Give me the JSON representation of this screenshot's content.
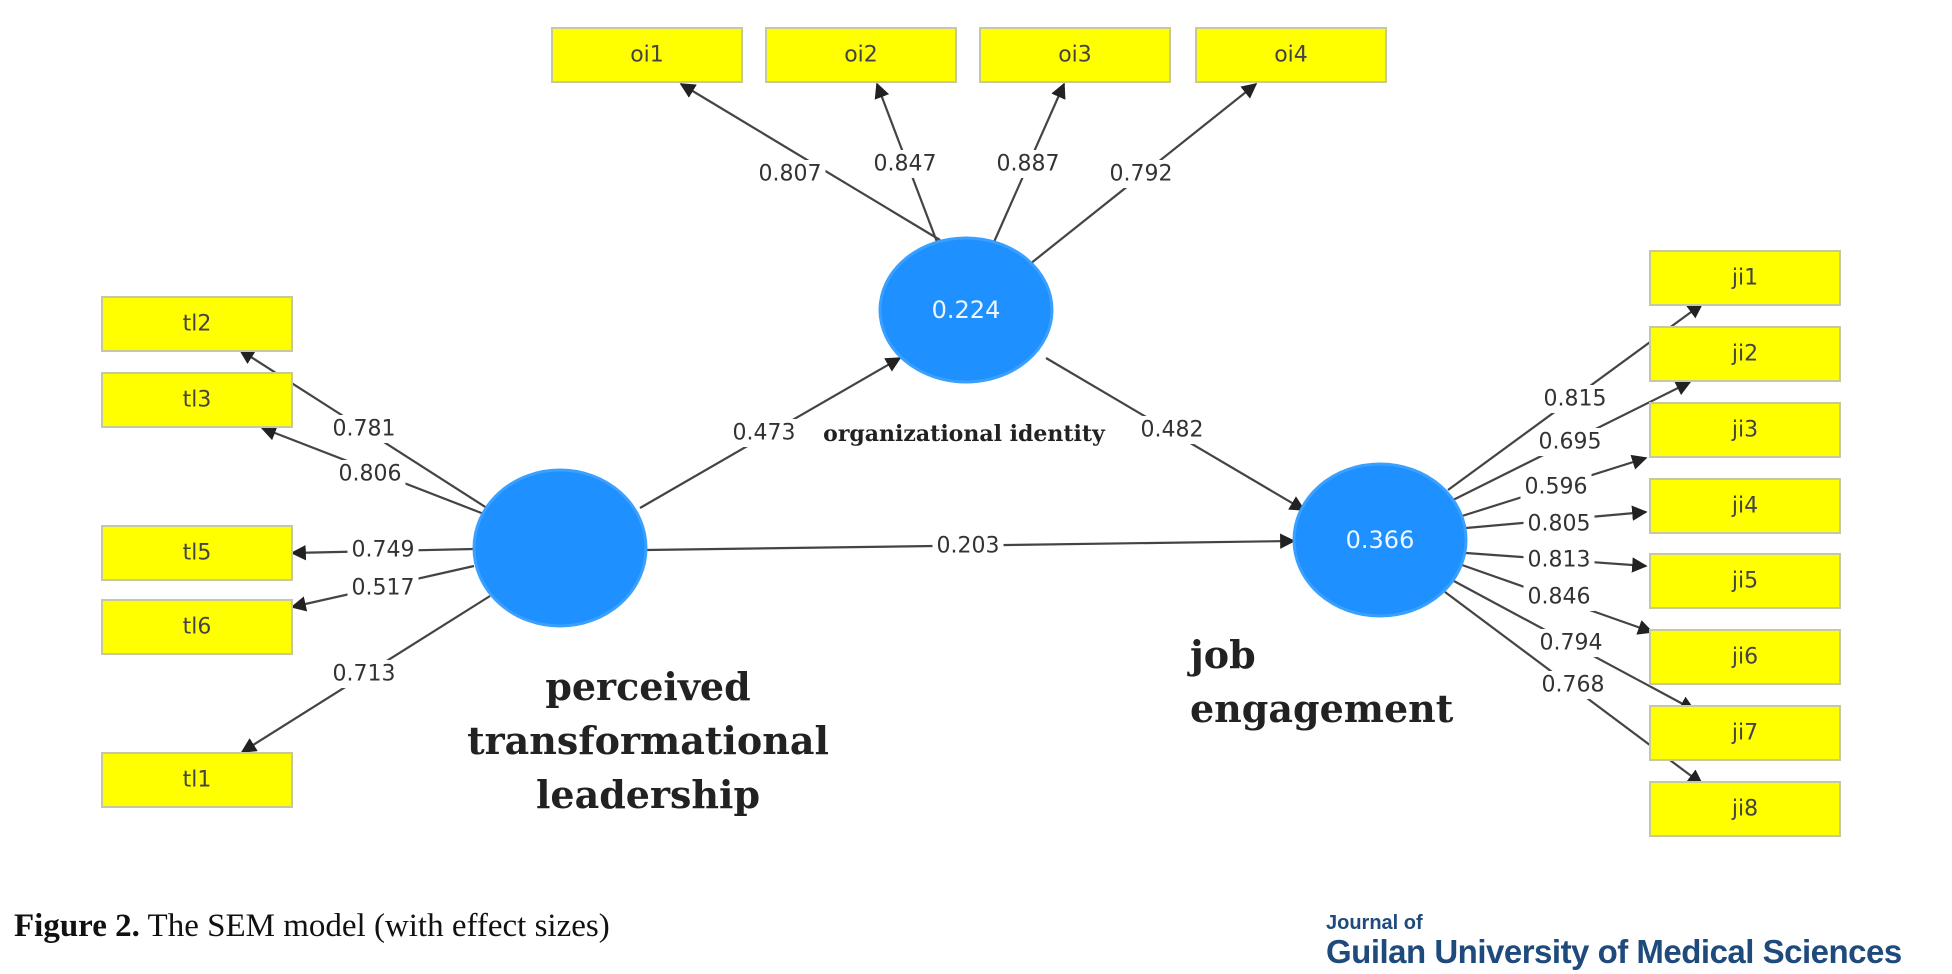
{
  "latents": {
    "ptl": {
      "value": "",
      "label_lines": [
        "perceived",
        "transformational",
        "leadership"
      ]
    },
    "oi": {
      "value": "0.224",
      "label": "organizational identity"
    },
    "je": {
      "value": "0.366",
      "label_lines": [
        "job",
        "engagement"
      ]
    }
  },
  "indicators": {
    "oi": [
      {
        "name": "oi1",
        "loading": "0.807"
      },
      {
        "name": "oi2",
        "loading": "0.847"
      },
      {
        "name": "oi3",
        "loading": "0.887"
      },
      {
        "name": "oi4",
        "loading": "0.792"
      }
    ],
    "tl": [
      {
        "name": "tl2",
        "loading": "0.781"
      },
      {
        "name": "tl3",
        "loading": "0.806"
      },
      {
        "name": "tl5",
        "loading": "0.749"
      },
      {
        "name": "tl6",
        "loading": "0.517"
      },
      {
        "name": "tl1",
        "loading": "0.713"
      }
    ],
    "ji": [
      {
        "name": "ji1",
        "loading": "0.815"
      },
      {
        "name": "ji2",
        "loading": "0.695"
      },
      {
        "name": "ji3",
        "loading": "0.596"
      },
      {
        "name": "ji4",
        "loading": "0.805"
      },
      {
        "name": "ji5",
        "loading": "0.813"
      },
      {
        "name": "ji6",
        "loading": "0.846"
      },
      {
        "name": "ji7",
        "loading": "0.794"
      },
      {
        "name": "ji8",
        "loading": "0.768"
      }
    ]
  },
  "paths": {
    "ptl_to_oi": "0.473",
    "oi_to_je": "0.482",
    "ptl_to_je": "0.203"
  },
  "caption": {
    "figure": "Figure 2.",
    "text": "The SEM model (with effect sizes)"
  },
  "journal": {
    "line1": "Journal of",
    "line2": "Guilan University of Medical Sciences"
  }
}
